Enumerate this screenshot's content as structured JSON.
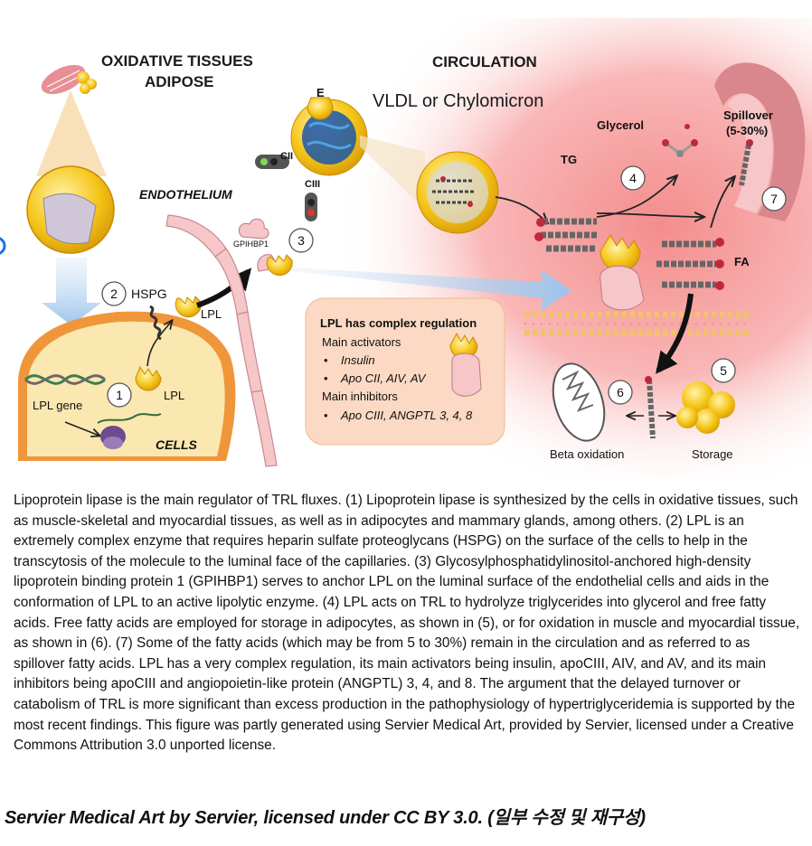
{
  "diagram": {
    "labels": {
      "oxidative_tissues": "OXIDATIVE TISSUES",
      "adipose": "ADIPOSE",
      "circulation": "CIRCULATION",
      "vldl": "VLDL or Chylomicron",
      "apo_e": "E",
      "apo_cii": "CII",
      "apo_ciii": "CIII",
      "endothelium": "ENDOTHELIUM",
      "gpihbp1": "GPIHBP1",
      "hspg": "HSPG",
      "lpl_top": "LPL",
      "lpl_cell": "LPL",
      "lpl_gene": "LPL gene",
      "cells": "CELLS",
      "tg": "TG",
      "glycerol": "Glycerol",
      "fa": "FA",
      "spillover": "Spillover",
      "spillover_range": "(5-30%)",
      "beta_oxidation": "Beta oxidation",
      "storage": "Storage"
    },
    "steps": [
      "1",
      "2",
      "3",
      "4",
      "5",
      "6",
      "7"
    ],
    "regulation": {
      "title": "LPL has complex regulation",
      "activators_heading": "Main activators",
      "activators": [
        "Insulin",
        "Apo CII, AIV, AV"
      ],
      "inhibitors_heading": "Main inhibitors",
      "inhibitors": [
        "Apo CIII, ANGPTL 3, 4, 8"
      ]
    }
  },
  "caption": "Lipoprotein lipase is the main regulator of TRL fluxes. (1) Lipoprotein lipase is synthesized by the cells in oxidative tissues, such as muscle-skeletal and myocardial tissues, as well as in adipocytes and mammary glands, among others. (2) LPL is an extremely complex enzyme that requires heparin sulfate proteoglycans (HSPG) on the surface of the cells to help in the transcytosis of the molecule to the luminal face of the capillaries. (3) Glycosylphosphatidylinositol-anchored high-density lipoprotein binding protein 1 (GPIHBP1) serves to anchor LPL on the luminal surface of the endothelial cells and aids in the conformation of LPL to an active lipolytic enzyme. (4) LPL acts on TRL to hydrolyze triglycerides into glycerol and free fatty acids. Free fatty acids are employed for storage in adipocytes, as shown in (5), or for oxidation in muscle and myocardial tissue, as shown in (6). (7) Some of the fatty acids (which may be from 5 to 30%) remain in the circulation and as referred to as spillover fatty acids. LPL has a very complex regulation, its main activators being insulin, apoCIII, AIV, and AV, and its main inhibitors being apoCIII and angiopoietin-like protein (ANGPTL) 3, 4, and 8. The argument that the delayed turnover or catabolism of TRL is more significant than excess production in the pathophysiology of hypertriglyceridemia is supported by the most recent findings. This figure was partly generated using Servier Medical Art, provided by Servier, licensed under a Creative Commons Attribution 3.0 unported license.",
  "credit": "Servier Medical Art by Servier, licensed under CC BY 3.0. (일부 수정 및 재구성)",
  "colors": {
    "circulation_glow": "#f7a6a6",
    "lpl_yellow": "#f6c21a",
    "cell_cream": "#fbe7b0",
    "cell_border": "#f0963a",
    "endothelium_pink": "#f6c6c8",
    "regulation_box": "#fbd9c4",
    "arrow_blue": "#a9cdee",
    "vessel_wall": "#c98a8f"
  }
}
